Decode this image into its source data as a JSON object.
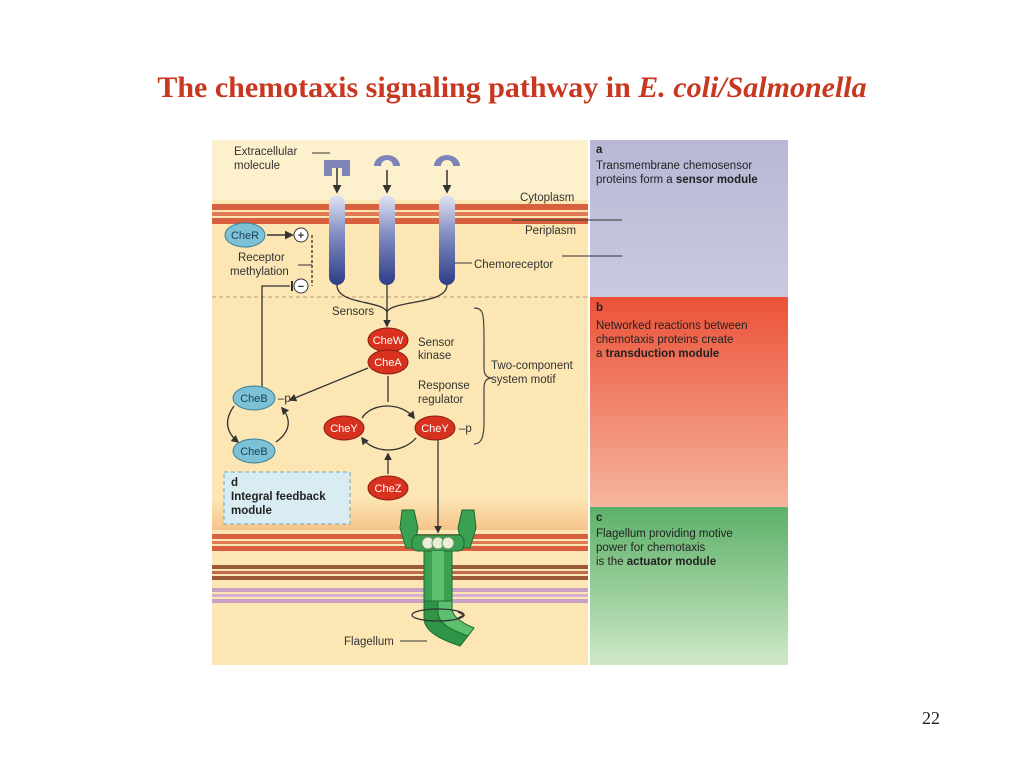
{
  "slide": {
    "title_main": "The chemotaxis signaling pathway in ",
    "title_italic": "E. coli/Salmonella",
    "page_number": "22"
  },
  "colors": {
    "title": "#c8371f",
    "background_cell": "#fbe6b4",
    "membrane": "#d9603f",
    "receptor": "#3d4e96",
    "protein_red": "#d8321f",
    "protein_blue": "#6cb8d0",
    "flagellum": "#2e9447",
    "panel_sensor": "#bcbcd8",
    "panel_transduction": "#ec5f43",
    "panel_actuator": "#69b66e"
  },
  "diagram": {
    "labels": {
      "extracellular_1": "Extracellular",
      "extracellular_2": "molecule",
      "cytoplasm": "Cytoplasm",
      "periplasm": "Periplasm",
      "chemoreceptor": "Chemoreceptor",
      "receptor_methylation_1": "Receptor",
      "receptor_methylation_2": "methylation",
      "plus": "+",
      "minus": "−",
      "sensors": "Sensors",
      "sensor_kinase_1": "Sensor",
      "sensor_kinase_2": "kinase",
      "response_regulator_1": "Response",
      "response_regulator_2": "regulator",
      "two_component_1": "Two-component",
      "two_component_2": "system motif",
      "flagellum": "Flagellum",
      "phospho_cheb": "–p",
      "phospho_chey": "–p"
    },
    "proteins": {
      "cher": "CheR",
      "chew": "CheW",
      "chea": "CheA",
      "cheb_p": "CheB",
      "cheb": "CheB",
      "chey_left": "CheY",
      "chey_right": "CheY",
      "chez": "CheZ"
    },
    "module_d": {
      "letter": "d",
      "line1": "Integral feedback",
      "line2": "module"
    },
    "panels": {
      "a": {
        "letter": "a",
        "line1": "Transmembrane chemosensor",
        "line2": "proteins form a ",
        "bold": "sensor module"
      },
      "b": {
        "letter": "b",
        "line1": "Networked reactions between",
        "line2": "chemotaxis proteins create",
        "line3": "a ",
        "bold": "transduction module"
      },
      "c": {
        "letter": "c",
        "line1": "Flagellum providing motive",
        "line2": "power for chemotaxis",
        "line3": "is the ",
        "bold": "actuator module"
      }
    }
  }
}
